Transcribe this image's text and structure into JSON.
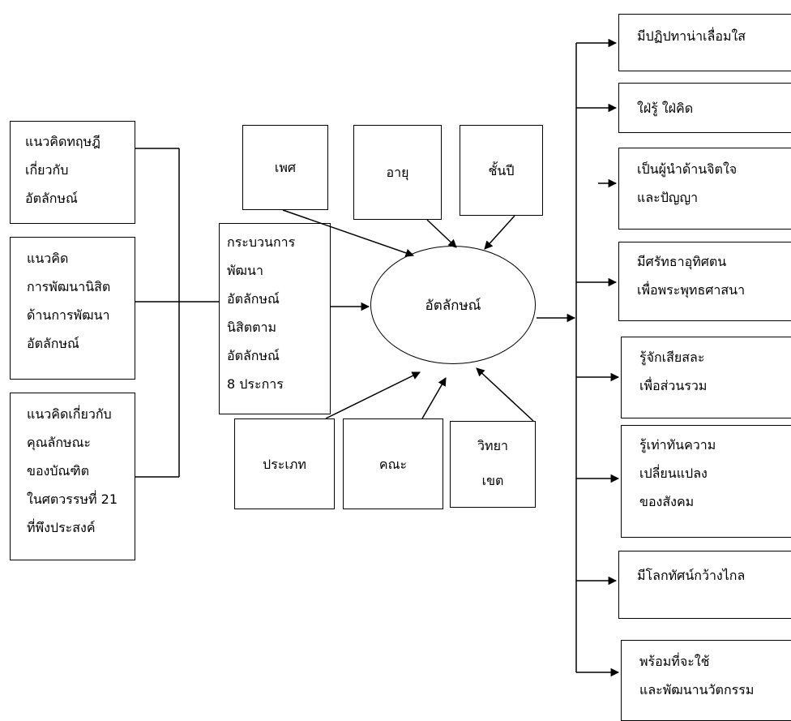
{
  "left_concepts": [
    [
      "แนวคิดทฤษฎี",
      "เกี่ยวกับ",
      "อัตลักษณ์"
    ],
    [
      "แนวคิด",
      "การพัฒนานิสิต",
      "ด้านการพัฒนา",
      "อัตลักษณ์"
    ],
    [
      "แนวคิดเกี่ยวกับ",
      "คุณลักษณะ",
      "ของบัณฑิต",
      "ในศตวรรษที่ 21",
      "ที่พึงประสงค์"
    ]
  ],
  "process": [
    "กระบวนการ",
    "พัฒนา",
    "อัตลักษณ์",
    "นิสิตตาม",
    "อัตลักษณ์",
    "8 ประการ"
  ],
  "top_factors": [
    "เพศ",
    "อายุ",
    "ชั้นปี"
  ],
  "bottom_factors": [
    [
      "ประเภท"
    ],
    [
      "คณะ"
    ],
    [
      "วิทยา",
      "เขต"
    ]
  ],
  "center": "อัตลักษณ์",
  "outcomes": [
    [
      "มีปฏิปทาน่าเลื่อมใส"
    ],
    [
      "ใฝ่รู้ ใฝ่คิด"
    ],
    [
      "เป็นผู้นำด้านจิตใจ",
      "และปัญญา"
    ],
    [
      "มีศรัทธาอุทิศตน",
      "เพื่อพระพุทธศาสนา"
    ],
    [
      "รู้จักเสียสละ",
      "เพื่อส่วนรวม"
    ],
    [
      "รู้เท่าทันความ",
      "เปลี่ยนแปลง",
      "ของสังคม"
    ],
    [
      "มีโลกทัศน์กว้างไกล"
    ],
    [
      "พร้อมที่จะใช้",
      "และพัฒนานวัตกรรม"
    ]
  ]
}
